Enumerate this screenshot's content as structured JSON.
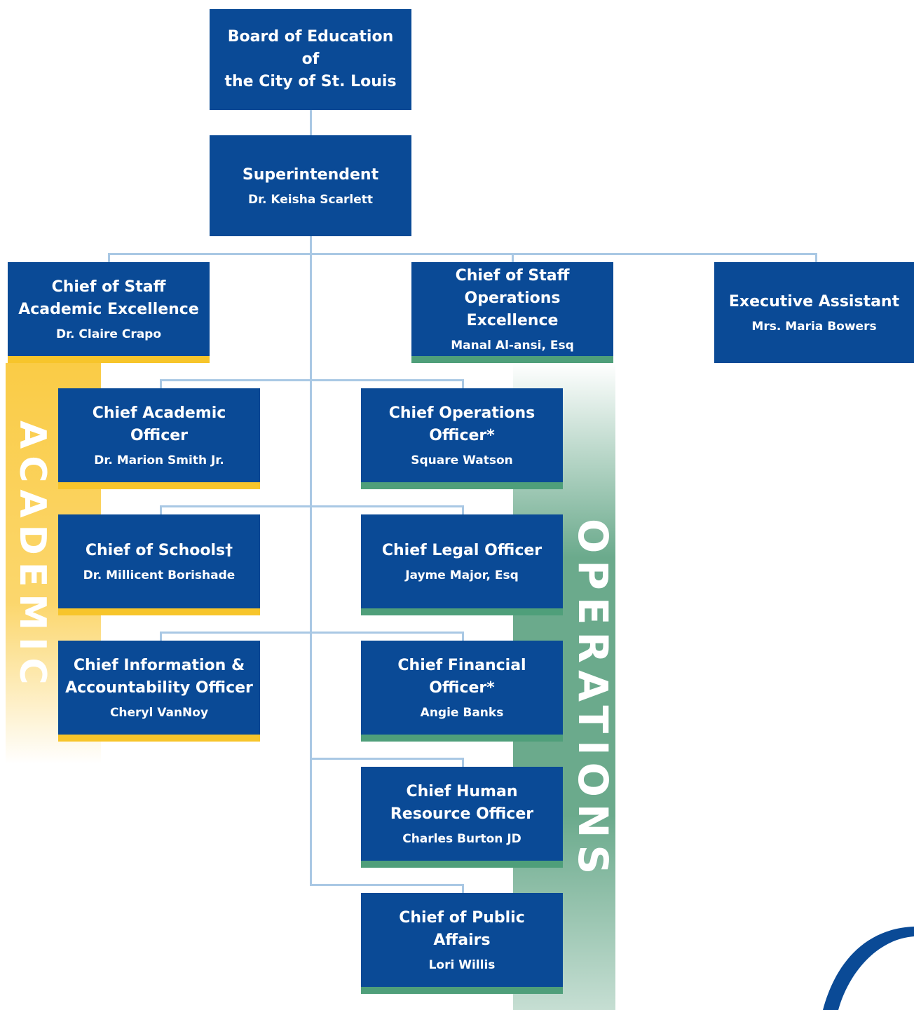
{
  "board": {
    "title_line1": "Board of Education of",
    "title_line2": "the City of St. Louis"
  },
  "superintendent": {
    "title": "Superintendent",
    "name": "Dr. Keisha Scarlett"
  },
  "cos_academic": {
    "title_line1": "Chief of Staff",
    "title_line2": "Academic Excellence",
    "name": "Dr. Claire Crapo"
  },
  "cos_operations": {
    "title_line1": "Chief of Staff",
    "title_line2": "Operations Excellence",
    "name": "Manal Al-ansi, Esq"
  },
  "exec_assistant": {
    "title": "Executive Assistant",
    "name": "Mrs. Maria Bowers"
  },
  "academic_label": "ACADEMIC",
  "operations_label": "OPERATIONS",
  "chief_academic": {
    "title": "Chief Academic Officer",
    "name": "Dr. Marion Smith Jr."
  },
  "chief_schools": {
    "title": "Chief of Schools†",
    "name": "Dr. Millicent Borishade"
  },
  "chief_info": {
    "title_line1": "Chief Information &",
    "title_line2": "Accountability Officer",
    "name": "Cheryl VanNoy"
  },
  "chief_operations": {
    "title_line1": "Chief Operations",
    "title_line2": "Officer*",
    "name": "Square Watson"
  },
  "chief_legal": {
    "title": "Chief Legal Officer",
    "name": "Jayme Major, Esq"
  },
  "chief_financial": {
    "title": "Chief Financial Officer*",
    "name": "Angie Banks"
  },
  "chief_hr": {
    "title_line1": "Chief Human",
    "title_line2": "Resource Officer",
    "name": "Charles Burton JD"
  },
  "chief_public": {
    "title": "Chief of Public Affairs",
    "name": "Lori Willis"
  },
  "colors": {
    "box": "#0a4a96",
    "academic_accent": "#f7c52b",
    "operations_accent": "#4f9f7a",
    "connector": "#a9c8e4"
  }
}
